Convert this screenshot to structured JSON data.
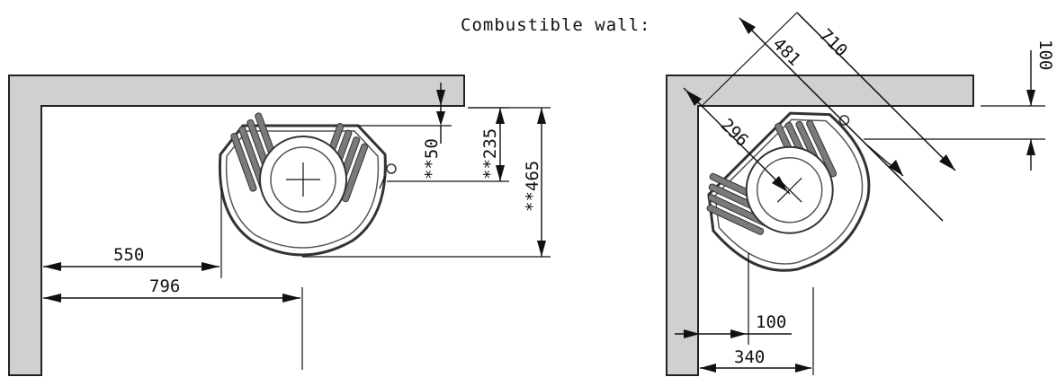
{
  "title": "Combustible wall:",
  "left_view": {
    "dims": {
      "d550": "550",
      "d796": "796",
      "d50": "**50",
      "d235": "**235",
      "d465": "**465"
    }
  },
  "right_view": {
    "dims": {
      "d710": "710",
      "d481": "481",
      "d296": "296",
      "d100_top": "100",
      "d100_bottom": "100",
      "d340": "340"
    }
  }
}
